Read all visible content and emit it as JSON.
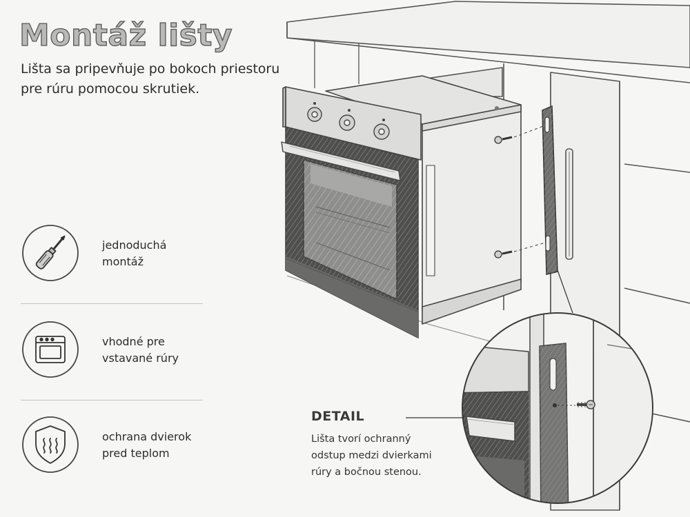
{
  "header": {
    "title": "Montáž lišty",
    "subtitle": "Lišta sa pripevňuje po bokoch priestoru pre rúru pomocou skrutiek."
  },
  "features": [
    {
      "icon": "screwdriver-icon",
      "label_line1": "jednoduchá",
      "label_line2": "montáž"
    },
    {
      "icon": "oven-icon",
      "label_line1": "vhodné pre",
      "label_line2": "vstavané rúry"
    },
    {
      "icon": "heat-shield-icon",
      "label_line1": "ochrana dvierok",
      "label_line2": "pred teplom"
    }
  ],
  "detail": {
    "title": "DETAIL",
    "text_line1": "Lišta tvorí ochranný",
    "text_line2": "odstup medzi dvierkami",
    "text_line3": "rúry a bočnou stenou."
  },
  "colors": {
    "background": "#f6f6f4",
    "ink": "#3a3a3a",
    "strip": "#6f6f6d"
  }
}
